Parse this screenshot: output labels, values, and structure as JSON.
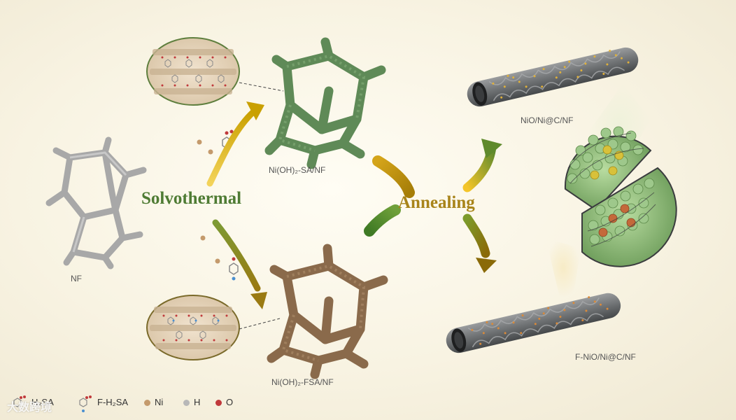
{
  "labels": {
    "solvothermal": "Solvothermal",
    "annealing": "Annealing",
    "nf": "NF",
    "sa_product": "Ni(OH)₂-SA/NF",
    "fsa_product": "Ni(OH)₂-FSA/NF",
    "nio_product": "NiO/Ni@C/NF",
    "fnio_product": "F-NiO/Ni@C/NF"
  },
  "legend": {
    "h2sa": "H₂SA",
    "fh2sa": "F-H₂SA",
    "ni": "Ni",
    "h": "H",
    "o": "O"
  },
  "watermark": "大数跨境",
  "colors": {
    "solvothermal_text": "#4e7b33",
    "annealing_text": "#a8841a",
    "sa_framework": "#5f8a57",
    "fsa_framework": "#8a6a4b",
    "nf_framework": "#a9a9a9",
    "nanotube": "#6f7274",
    "ni_atom": "#c49a6c",
    "h_atom": "#b8b8b8",
    "o_atom": "#c0393b"
  }
}
